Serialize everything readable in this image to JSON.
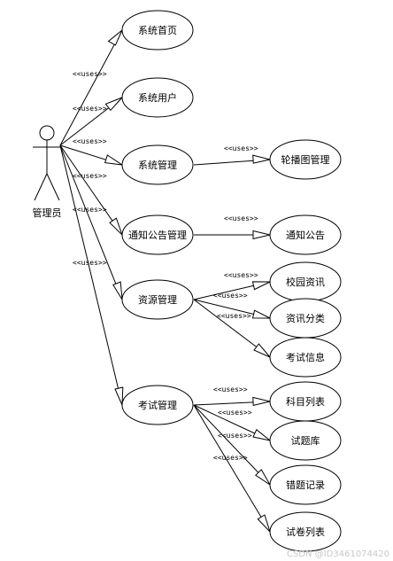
{
  "diagram": {
    "actor": {
      "name": "管理员"
    },
    "stereotype": "<<uses>>",
    "use_cases": {
      "home": "系统首页",
      "users": "系统用户",
      "sys": "系统管理",
      "carousel": "轮播图管理",
      "notice_mgmt": "通知公告管理",
      "notice": "通知公告",
      "res": "资源管理",
      "campus": "校园资讯",
      "cat": "资讯分类",
      "exam_info": "考试信息",
      "exam": "考试管理",
      "subjects": "科目列表",
      "bank": "试题库",
      "wrong": "错题记录",
      "papers": "试卷列表"
    }
  },
  "watermark": "CSDN @ID3461074420"
}
